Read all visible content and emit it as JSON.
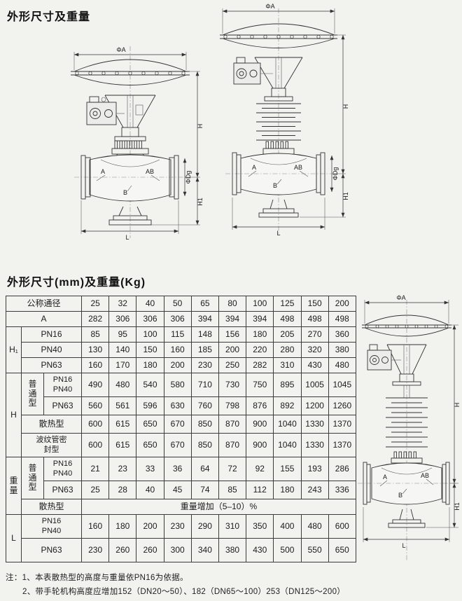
{
  "page": {
    "title": "外形尺寸及重量",
    "section_title": "外形尺寸(mm)及重量(Kg)",
    "notes": {
      "line1": "注：1、本表散热型的高度与重量依PN16为依据。",
      "line2": "2、带手轮机构高度应增加152（DN20～50）、182（DN65～100）253（DN125～200）"
    }
  },
  "drawings": {
    "labels": {
      "phi_a": "ΦA",
      "h": "H",
      "h1": "H1",
      "l": "L",
      "phi_dg": "ΦDg",
      "a": "A",
      "ab": "AB",
      "b": "B"
    }
  },
  "table": {
    "header_label": "公称通径",
    "sizes": [
      "25",
      "32",
      "40",
      "50",
      "65",
      "80",
      "100",
      "125",
      "150",
      "200"
    ],
    "labels": {
      "a": "A",
      "h1": "H₁",
      "h": "H",
      "weight": "重量",
      "l": "L",
      "pn16": "PN16",
      "pn40": "PN40",
      "pn63": "PN63",
      "ordinary": "普通型",
      "heat": "散热型",
      "bellows": "波纹管密封型"
    },
    "values": {
      "A": [
        282,
        306,
        306,
        306,
        394,
        394,
        394,
        498,
        498,
        498
      ],
      "H1_PN16": [
        85,
        95,
        100,
        115,
        148,
        156,
        180,
        205,
        270,
        360
      ],
      "H1_PN40": [
        130,
        140,
        150,
        160,
        185,
        200,
        220,
        280,
        320,
        380
      ],
      "H1_PN63": [
        160,
        170,
        180,
        200,
        230,
        250,
        282,
        310,
        430,
        480
      ],
      "H_ordinary_PN16_40": [
        490,
        480,
        540,
        580,
        710,
        730,
        750,
        895,
        1005,
        1045
      ],
      "H_ordinary_PN63": [
        560,
        561,
        596,
        630,
        760,
        798,
        876,
        892,
        1200,
        1260
      ],
      "H_heat": [
        600,
        615,
        650,
        670,
        850,
        870,
        900,
        1040,
        1330,
        1370
      ],
      "H_bellows": [
        600,
        615,
        650,
        670,
        850,
        870,
        900,
        1040,
        1330,
        1370
      ],
      "weight_ordinary_PN16_40": [
        21,
        23,
        33,
        36,
        64,
        72,
        92,
        155,
        193,
        286
      ],
      "weight_ordinary_PN63": [
        25,
        28,
        40,
        45,
        74,
        85,
        112,
        180,
        243,
        336
      ],
      "weight_heat_note": "重量增加（5–10）%",
      "L_PN16_40": [
        160,
        180,
        200,
        230,
        290,
        310,
        350,
        400,
        480,
        600
      ],
      "L_PN63": [
        230,
        260,
        260,
        300,
        340,
        380,
        430,
        500,
        550,
        650
      ]
    }
  }
}
